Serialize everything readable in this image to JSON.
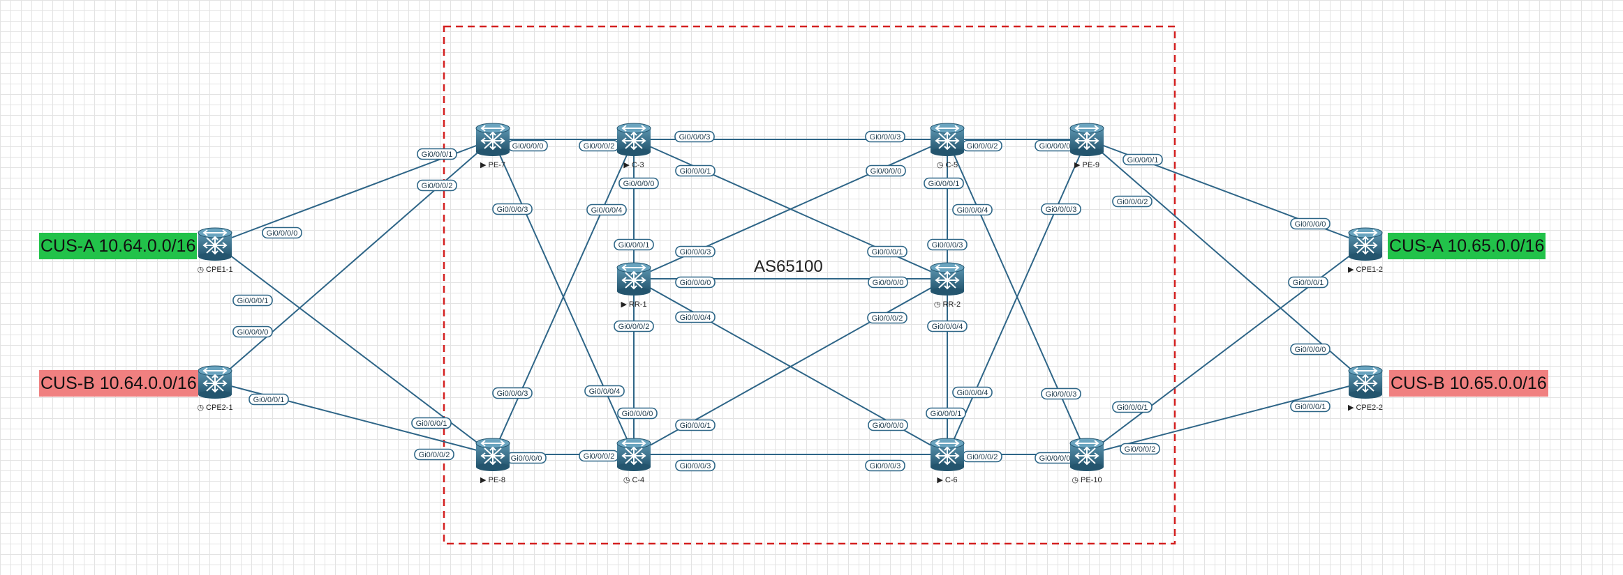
{
  "diagram": {
    "as_label": "AS65100",
    "colors": {
      "link": "#2e6587",
      "router": "#34708f",
      "boundary": "#d42020",
      "green": "#22c24a",
      "red": "#f08080"
    },
    "customers": {
      "cpe1_1": "CUS-A 10.64.0.0/16",
      "cpe2_1": "CUS-B 10.64.0.0/16",
      "cpe1_2": "CUS-A 10.65.0.0/16",
      "cpe2_2": "CUS-B 10.65.0.0/16"
    },
    "nodes": [
      {
        "id": "pe7",
        "label": "PE-7",
        "marker": "▶"
      },
      {
        "id": "c3",
        "label": "C-3",
        "marker": "▶"
      },
      {
        "id": "c5",
        "label": "C-5",
        "marker": "◷"
      },
      {
        "id": "pe9",
        "label": "PE-9",
        "marker": "▶"
      },
      {
        "id": "rr1",
        "label": "RR-1",
        "marker": "▶"
      },
      {
        "id": "rr2",
        "label": "RR-2",
        "marker": "◷"
      },
      {
        "id": "pe8",
        "label": "PE-8",
        "marker": "▶"
      },
      {
        "id": "c4",
        "label": "C-4",
        "marker": "◷"
      },
      {
        "id": "c6",
        "label": "C-6",
        "marker": "▶"
      },
      {
        "id": "pe10",
        "label": "PE-10",
        "marker": "◷"
      },
      {
        "id": "cpe1_1",
        "label": "CPE1-1",
        "marker": "◷"
      },
      {
        "id": "cpe2_1",
        "label": "CPE2-1",
        "marker": "◷"
      },
      {
        "id": "cpe1_2",
        "label": "CPE1-2",
        "marker": "▶"
      },
      {
        "id": "cpe2_2",
        "label": "CPE2-2",
        "marker": "▶"
      }
    ],
    "links": [
      {
        "from": "cpe1_1",
        "to": "pe7",
        "from_port": "Gi0/0/0/0",
        "to_port": "Gi0/0/0/1"
      },
      {
        "from": "cpe1_1",
        "to": "pe8",
        "from_port": "Gi0/0/0/1",
        "to_port": "Gi0/0/0/1"
      },
      {
        "from": "cpe2_1",
        "to": "pe7",
        "from_port": "Gi0/0/0/0",
        "to_port": "Gi0/0/0/2"
      },
      {
        "from": "cpe2_1",
        "to": "pe8",
        "from_port": "Gi0/0/0/1",
        "to_port": "Gi0/0/0/2"
      },
      {
        "from": "pe7",
        "to": "c3",
        "from_port": "Gi0/0/0/0",
        "to_port": "Gi0/0/0/2"
      },
      {
        "from": "pe7",
        "to": "c4",
        "from_port": "Gi0/0/0/3",
        "to_port": "Gi0/0/0/4"
      },
      {
        "from": "pe8",
        "to": "c4",
        "from_port": "Gi0/0/0/0",
        "to_port": "Gi0/0/0/2"
      },
      {
        "from": "pe8",
        "to": "c3",
        "from_port": "Gi0/0/0/3",
        "to_port": "Gi0/0/0/4"
      },
      {
        "from": "c3",
        "to": "c5",
        "from_port": "Gi0/0/0/3",
        "to_port": "Gi0/0/0/3"
      },
      {
        "from": "c3",
        "to": "rr1",
        "from_port": "Gi0/0/0/0",
        "to_port": "Gi0/0/0/1"
      },
      {
        "from": "c3",
        "to": "rr2",
        "from_port": "Gi0/0/0/1",
        "to_port": "Gi0/0/0/1"
      },
      {
        "from": "c5",
        "to": "pe9",
        "from_port": "Gi0/0/0/2",
        "to_port": "Gi0/0/0/0"
      },
      {
        "from": "c5",
        "to": "rr1",
        "from_port": "Gi0/0/0/0",
        "to_port": "Gi0/0/0/3"
      },
      {
        "from": "c5",
        "to": "rr2",
        "from_port": "Gi0/0/0/1",
        "to_port": "Gi0/0/0/3"
      },
      {
        "from": "c5",
        "to": "pe10",
        "from_port": "Gi0/0/0/4",
        "to_port": "Gi0/0/0/3"
      },
      {
        "from": "rr1",
        "to": "rr2",
        "from_port": "Gi0/0/0/0",
        "to_port": "Gi0/0/0/0"
      },
      {
        "from": "rr1",
        "to": "c4",
        "from_port": "Gi0/0/0/2",
        "to_port": "Gi0/0/0/0"
      },
      {
        "from": "rr1",
        "to": "c6",
        "from_port": "Gi0/0/0/4",
        "to_port": "Gi0/0/0/0"
      },
      {
        "from": "rr2",
        "to": "c4",
        "from_port": "Gi0/0/0/2",
        "to_port": "Gi0/0/0/1"
      },
      {
        "from": "rr2",
        "to": "c6",
        "from_port": "Gi0/0/0/4",
        "to_port": "Gi0/0/0/1"
      },
      {
        "from": "c4",
        "to": "c6",
        "from_port": "Gi0/0/0/3",
        "to_port": "Gi0/0/0/3"
      },
      {
        "from": "c6",
        "to": "pe10",
        "from_port": "Gi0/0/0/2",
        "to_port": "Gi0/0/0/0"
      },
      {
        "from": "pe9",
        "to": "c6",
        "from_port": "Gi0/0/0/3",
        "to_port": "Gi0/0/0/4"
      },
      {
        "from": "pe9",
        "to": "cpe1_2",
        "from_port": "Gi0/0/0/1",
        "to_port": "Gi0/0/0/0"
      },
      {
        "from": "pe9",
        "to": "cpe2_2",
        "from_port": "Gi0/0/0/2",
        "to_port": "Gi0/0/0/0"
      },
      {
        "from": "pe10",
        "to": "cpe1_2",
        "from_port": "Gi0/0/0/1",
        "to_port": "Gi0/0/0/1"
      },
      {
        "from": "pe10",
        "to": "cpe2_2",
        "from_port": "Gi0/0/0/2",
        "to_port": "Gi0/0/0/1"
      }
    ]
  }
}
